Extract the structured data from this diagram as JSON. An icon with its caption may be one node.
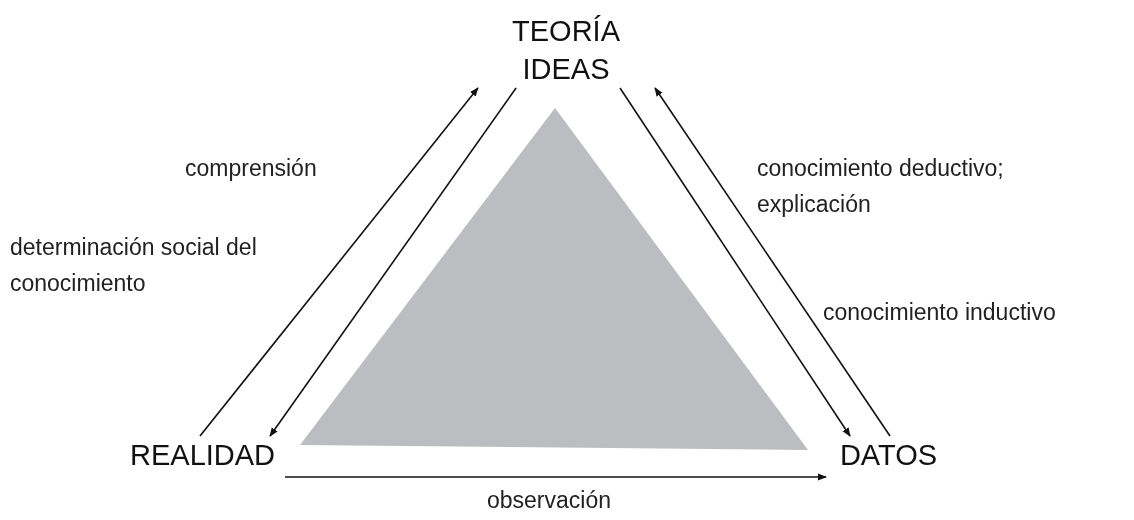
{
  "diagram": {
    "nodes": [
      {
        "text": [
          "TEORÍA IDEAS"
        ]
      },
      {
        "text": [
          "REALIDAD"
        ]
      },
      {
        "text": [
          "DATOS"
        ]
      }
    ],
    "edges": [
      {
        "from": 1,
        "to": 0,
        "arrow": "to"
      },
      {
        "from": 0,
        "to": 1,
        "arrow": "to"
      },
      {
        "from": 0,
        "to": 2,
        "arrow": "to"
      },
      {
        "from": 2,
        "to": 0,
        "arrow": "to"
      },
      {
        "from": 1,
        "to": 2,
        "arrow": "to",
        "label": "observación"
      }
    ],
    "labels": [
      "comprensión",
      "conocimiento deductivo; explicación",
      "determinación social del conocimiento",
      "conocimiento inductivo"
    ]
  }
}
